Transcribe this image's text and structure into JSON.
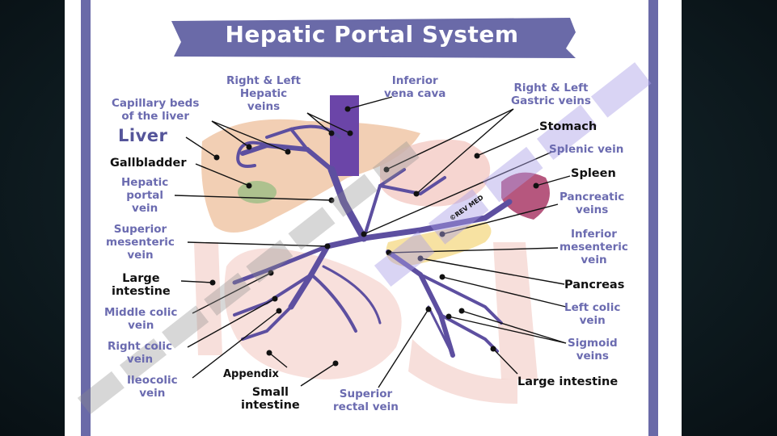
{
  "title": "Hepatic Portal System",
  "labels": {
    "right_left_hepatic": "Right & Left\nHepatic\nveins",
    "inferior_vena_cava": "Inferior\nvena cava",
    "right_left_gastric": "Right & Left\nGastric veins",
    "capillary_beds": "Capillary beds\nof the liver",
    "liver": "Liver",
    "stomach": "Stomach",
    "splenic_vein": "Splenic vein",
    "gallbladder": "Gallbladder",
    "spleen": "Spleen",
    "hepatic_portal_vein": "Hepatic\nportal\nvein",
    "pancreatic_veins": "Pancreatic\nveins",
    "superior_mesenteric_vein": "Superior\nmesenteric\nvein",
    "inferior_mesenteric_vein": "Inferior\nmesenteric\nvein",
    "large_intestine_left": "Large\nintestine",
    "pancreas": "Pancreas",
    "middle_colic_vein": "Middle colic\nvein",
    "left_colic_vein": "Left colic\nvein",
    "right_colic_vein": "Right colic\nvein",
    "sigmoid_veins": "Sigmoid\nveins",
    "ileocolic_vein": "Ileocolic\nvein",
    "appendix": "Appendix",
    "large_intestine_right": "Large intestine",
    "small_intestine": "Small\nintestine",
    "superior_rectal_vein": "Superior\nrectal vein",
    "credit": "©REV MED"
  },
  "colors": {
    "background": "#0f1d22",
    "frame": "#6a6aa8",
    "vein": "#5d4fa0",
    "title_banner": "#6a6aa8",
    "label_purple": "#6b6bb0",
    "liver": "#e8b894",
    "gallbladder": "#8fb07a",
    "spleen": "#b0567a",
    "pancreas": "#f3d98a",
    "intestine": "#f2c9c3"
  }
}
